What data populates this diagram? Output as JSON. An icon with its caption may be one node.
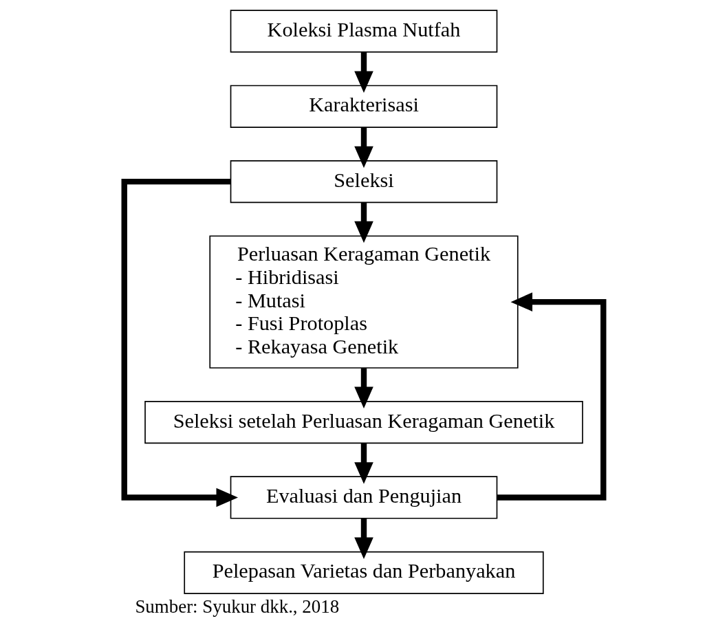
{
  "diagram": {
    "caption": "Sumber: Syukur dkk., 2018",
    "nodes": [
      {
        "text": [
          "Koleksi Plasma Nutfah"
        ]
      },
      {
        "text": [
          "Karakterisasi"
        ]
      },
      {
        "text": [
          "Seleksi"
        ]
      },
      {
        "text": [
          "Perluasan Keragaman Genetik",
          "- Hibridisasi",
          "- Mutasi",
          "- Fusi Protoplas",
          "- Rekayasa Genetik"
        ]
      },
      {
        "text": [
          "Seleksi setelah Perluasan Keragaman Genetik"
        ]
      },
      {
        "text": [
          "Evaluasi dan Pengujian"
        ]
      },
      {
        "text": [
          "Pelepasan Varietas dan Perbanyakan"
        ]
      }
    ],
    "edges": [
      {
        "from": 0,
        "to": 1,
        "arrow": "to"
      },
      {
        "from": 1,
        "to": 2,
        "arrow": "to"
      },
      {
        "from": 2,
        "to": 3,
        "arrow": "to"
      },
      {
        "from": 3,
        "to": 4,
        "arrow": "to"
      },
      {
        "from": 4,
        "to": 5,
        "arrow": "to"
      },
      {
        "from": 2,
        "to": 5,
        "arrow": "to"
      },
      {
        "from": 5,
        "to": 3,
        "arrow": "to"
      },
      {
        "from": 5,
        "to": 6,
        "arrow": "to"
      }
    ]
  }
}
